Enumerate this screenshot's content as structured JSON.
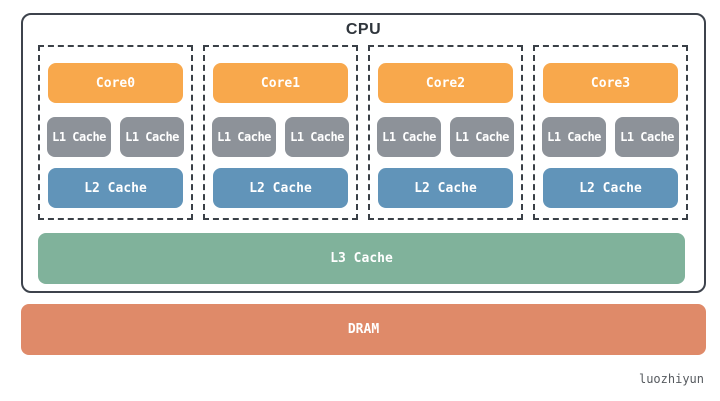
{
  "cpu": {
    "label": "CPU",
    "cores": [
      {
        "name": "Core0",
        "l1_labels": [
          "L1 Cache",
          "L1 Cache"
        ],
        "l2_label": "L2 Cache"
      },
      {
        "name": "Core1",
        "l1_labels": [
          "L1 Cache",
          "L1 Cache"
        ],
        "l2_label": "L2 Cache"
      },
      {
        "name": "Core2",
        "l1_labels": [
          "L1 Cache",
          "L1 Cache"
        ],
        "l2_label": "L2 Cache"
      },
      {
        "name": "Core3",
        "l1_labels": [
          "L1 Cache",
          "L1 Cache"
        ],
        "l2_label": "L2 Cache"
      }
    ],
    "l3_label": "L3 Cache"
  },
  "dram": {
    "label": "DRAM"
  },
  "watermark": "luozhiyun",
  "colors": {
    "core": "#F8A84C",
    "l1_cache": "#8D9299",
    "l2_cache": "#6194B9",
    "l3_cache": "#80B29B",
    "dram": "#DF8A69",
    "outline": "#3D434C",
    "dashed_outline": "#3A4047",
    "block_text": "#FFFFFF",
    "title_text": "#2F353C"
  }
}
